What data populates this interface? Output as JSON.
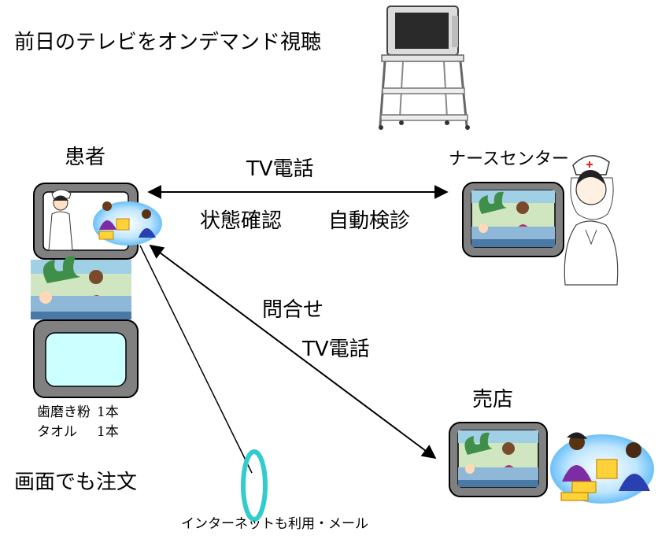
{
  "title": "前日のテレビをオンデマンド視聴",
  "nodes": {
    "patient": "患者",
    "nurse_center": "ナースセンター",
    "shop": "売店"
  },
  "links": {
    "tv_phone_top": "TV電話",
    "status_check": "状態確認",
    "auto_exam": "自動検診",
    "inquiry": "問合せ",
    "tv_phone_bottom": "TV電話"
  },
  "order_list": [
    {
      "item": "歯磨き粉",
      "qty": "1本"
    },
    {
      "item": "タオル",
      "qty": "1本"
    }
  ],
  "screen_order": "画面でも注文",
  "internet_note": "インターネットも利用・メール",
  "colors": {
    "monitor_frame": "#808080",
    "monitor_screen": "#ccffff",
    "ring": "#33cccc",
    "arrow": "#000000"
  },
  "icons": [
    "tv-on-cart-icon",
    "nurse-icon",
    "hospital-bed-scene-icon",
    "shop-clerk-handover-icon"
  ]
}
